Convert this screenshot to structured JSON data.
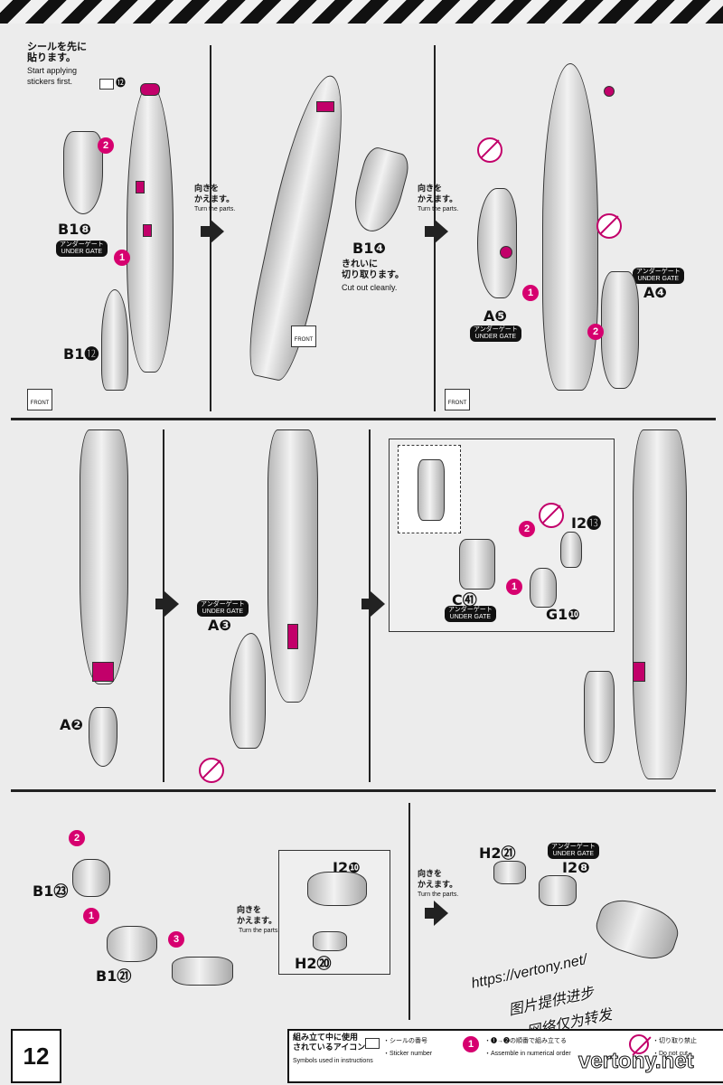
{
  "page_number": "12",
  "turn_parts": {
    "jp": "向きを\nかえます。",
    "en": "Turn the parts."
  },
  "front_label": "FRONT",
  "under_gate_jp": "アンダーゲート",
  "under_gate_en": "UNDER GATE",
  "section1": {
    "sticker_note_jp": "シールを先に\n貼ります。",
    "sticker_note_en": "Start applying\nstickers first.",
    "sticker_ref": "⓬",
    "parts": [
      "B1❽",
      "B1⓬",
      "B1❹",
      "A❺",
      "A❹"
    ],
    "cut_note_jp": "きれいに\n切り取ります。",
    "cut_note_en": "Cut out cleanly."
  },
  "section2": {
    "parts": [
      "A❷",
      "A❸",
      "C㊶",
      "I2⓭",
      "G1❿"
    ]
  },
  "section3": {
    "parts": [
      "B1㉓",
      "B1㉑",
      "I2❿",
      "H2⑳",
      "H2㉑",
      "I2❽"
    ]
  },
  "footer": {
    "heading_jp": "組み立て中に使用\nされているアイコン",
    "heading_en": "Symbols used in instructions",
    "sticker_icon_jp": "・シールの番号",
    "sticker_icon_en": "・Sticker number",
    "order_icon_jp": "・❶→❷の順番で組み立てる",
    "order_icon_en": "・Assemble in numerical order",
    "nocut_icon_jp": "・切り取り禁止",
    "nocut_icon_en": "・Do not cut"
  },
  "watermark": {
    "url": "https://vertony.net/",
    "line2": "图片提供进步",
    "line3": "网络仅为转发",
    "brand": "vertony.net"
  },
  "colors": {
    "accent": "#c2006a",
    "ink": "#111111",
    "paper": "#ececec"
  }
}
